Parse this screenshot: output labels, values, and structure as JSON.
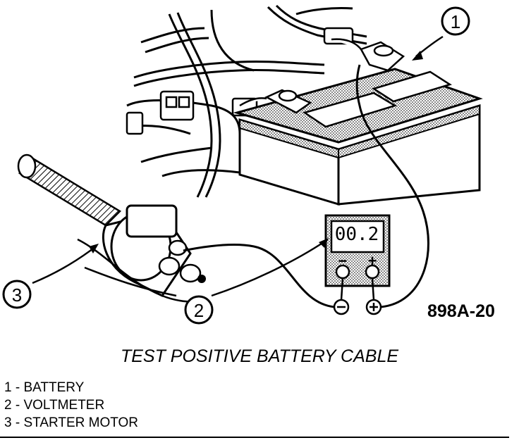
{
  "figure_id": "898A-20",
  "caption": "TEST POSITIVE BATTERY CABLE",
  "voltmeter": {
    "reading": "00.2",
    "negative_symbol": "−",
    "positive_symbol": "+"
  },
  "callouts": [
    {
      "number": "1"
    },
    {
      "number": "2"
    },
    {
      "number": "3"
    }
  ],
  "legend": [
    {
      "text": "1 - BATTERY"
    },
    {
      "text": "2 - VOLTMETER"
    },
    {
      "text": "3 - STARTER MOTOR"
    }
  ]
}
